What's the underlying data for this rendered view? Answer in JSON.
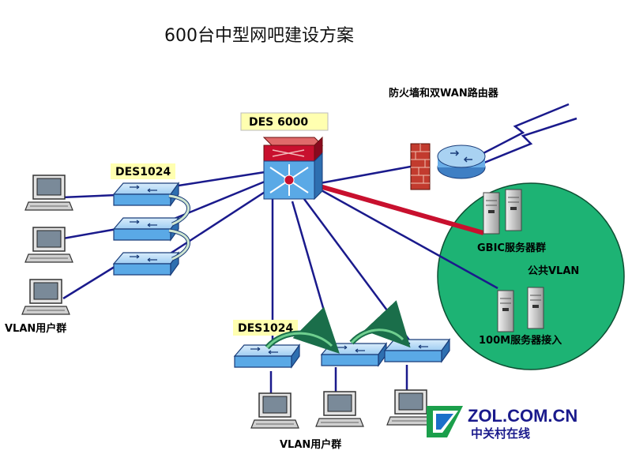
{
  "title": "600台中型网吧建设方案",
  "core": {
    "label": "DES 6000"
  },
  "firewall": {
    "label": "防火墙和双WAN路由器"
  },
  "left_group": {
    "switch_label": "DES1024",
    "users_label": "VLAN用户群"
  },
  "bottom_group": {
    "switch_label": "DES1024",
    "users_label": "VLAN用户群"
  },
  "server_zone": {
    "gbic_label": "GBIC服务器群",
    "vlan_label": "公共VLAN",
    "access_label": "100M服务器接入",
    "fill_color": "#1db374"
  },
  "watermark": {
    "brand": "ZOL.COM.CN",
    "brand_cn": "中关村在线"
  },
  "colors": {
    "link": "#1a1a8c",
    "gigabit_link": "#c8102e",
    "switch_face": "#5aa9e6",
    "highlight": "#ffffb0"
  }
}
